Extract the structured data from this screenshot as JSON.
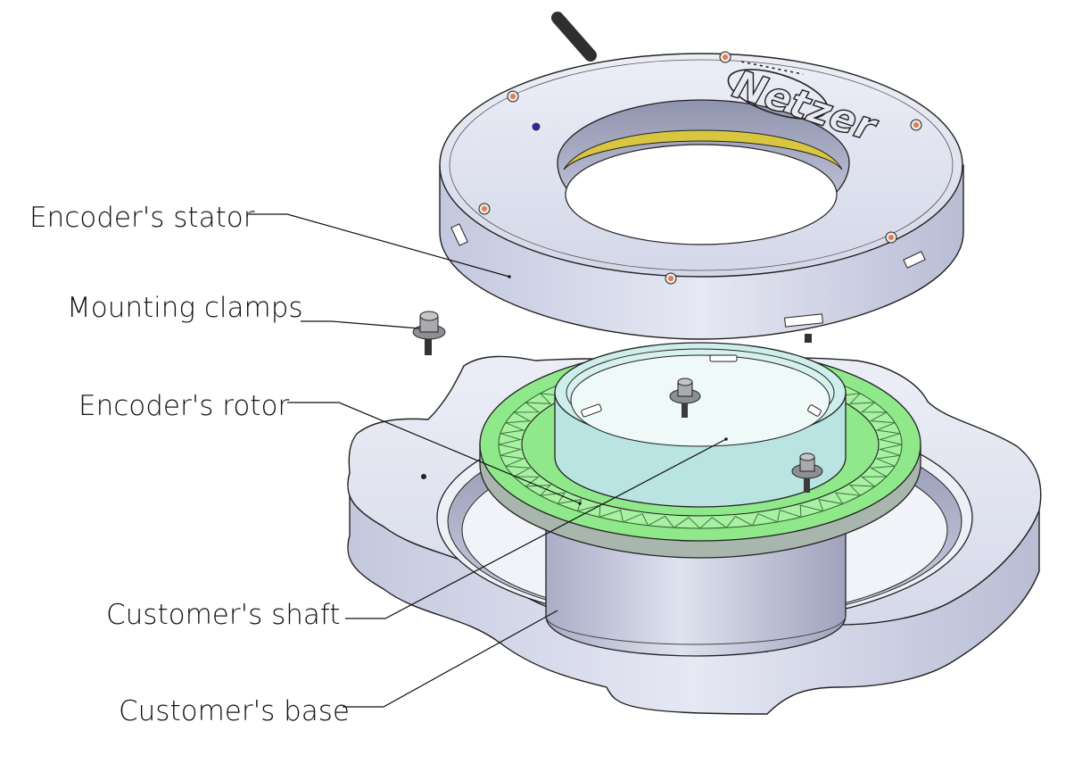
{
  "labels": {
    "stator": "Encoder's stator",
    "clamps": "Mounting clamps",
    "rotor": "Encoder's rotor",
    "shaft": "Customer's shaft",
    "base": "Customer's base"
  },
  "logo": {
    "text": "Netzer"
  },
  "colors": {
    "metal": "#d6d9ea",
    "metal_dark": "#b4b8cf",
    "rotor_green": "#8fe98a",
    "rotor_ring": "#b9e4e1",
    "stator_inner_gold": "#d8c640",
    "screw_copper": "#d9805a",
    "outline": "#222222"
  }
}
